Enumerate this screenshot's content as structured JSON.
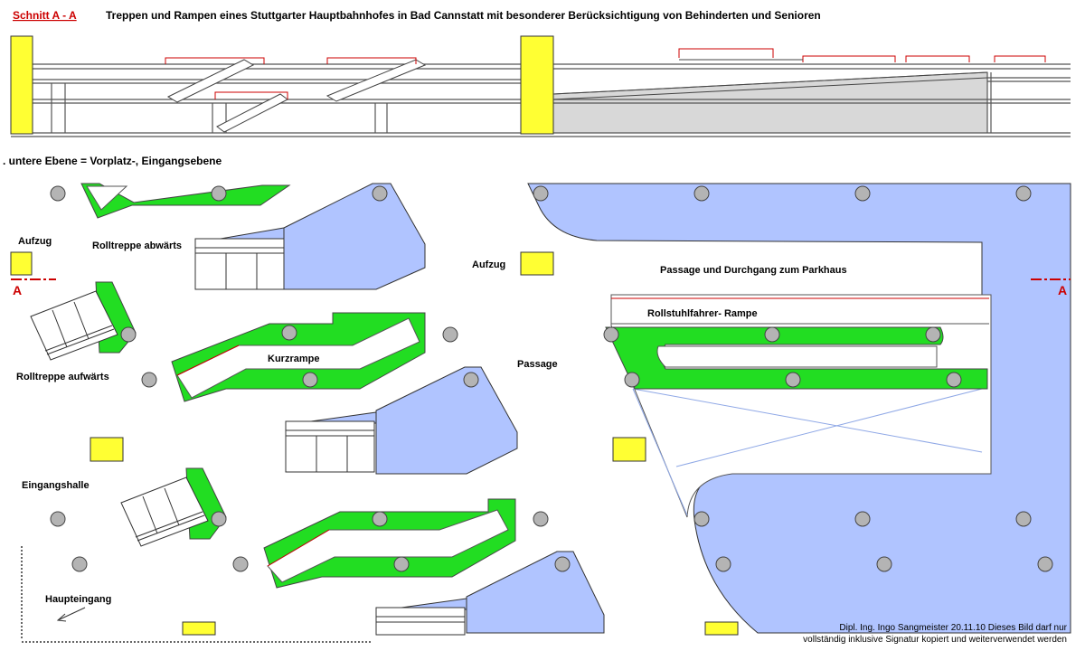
{
  "header": {
    "section_label": "Schnitt  A - A",
    "title": "Treppen und Rampen eines Stuttgarter Hauptbahnhofes in Bad Cannstatt mit besonderer Berücksichtigung von Behinderten und Senioren"
  },
  "plan": {
    "level_title": ". untere Ebene = Vorplatz-, Eingangsebene",
    "labels": {
      "aufzug_left": "Aufzug",
      "rolltreppe_abwaerts": "Rolltreppe abwärts",
      "rolltreppe_aufwaerts": "Rolltreppe aufwärts",
      "kurzrampe": "Kurzrampe",
      "aufzug_center": "Aufzug",
      "passage": "Passage",
      "passage_parkhaus": "Passage und Durchgang zum Parkhaus",
      "rollstuhl_rampe": "Rollstuhlfahrer- Rampe",
      "eingangshalle": "Eingangshalle",
      "haupteingang": "Haupteingang"
    },
    "section_mark_left": "A",
    "section_mark_right": "A"
  },
  "credit": {
    "line1": "Dipl. Ing. Ingo Sangmeister 20.11.10  Dieses Bild darf nur",
    "line2": "vollständig inklusive Signatur kopiert und weiterverwendet werden"
  },
  "colors": {
    "elevator": "#ffff33",
    "ramp": "#22dd22",
    "platform": "#b0c4ff",
    "column": "#b4b4b4",
    "section_red": "#cc0000",
    "section_fill": "#d8d8d8"
  }
}
